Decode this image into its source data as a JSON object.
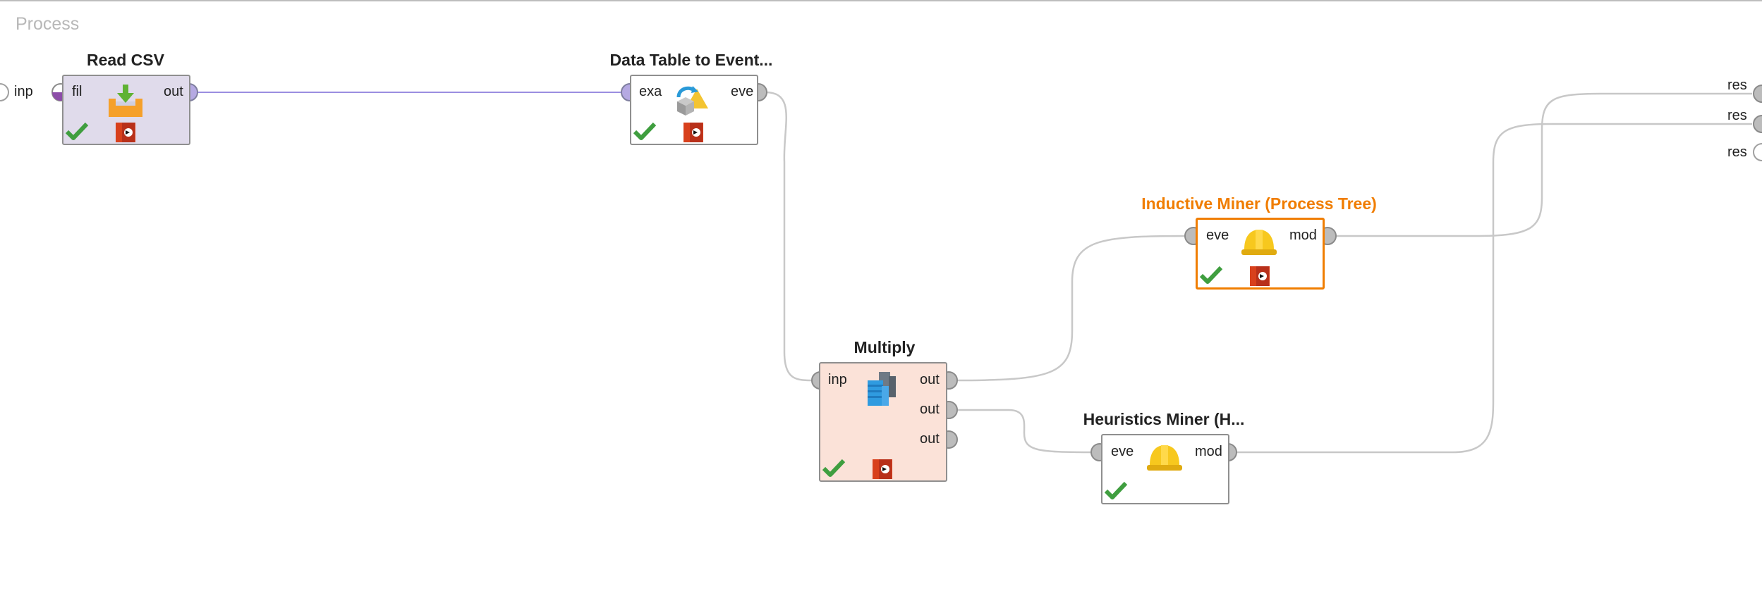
{
  "panel": {
    "title": "Process"
  },
  "process_ports": {
    "input": "inp",
    "results": [
      "res",
      "res",
      "res"
    ]
  },
  "operators": {
    "read_csv": {
      "title": "Read CSV",
      "in_port": "fil",
      "out_port": "out"
    },
    "data_table": {
      "title": "Data Table to Event...",
      "in_port": "exa",
      "out_port": "eve"
    },
    "multiply": {
      "title": "Multiply",
      "in_port": "inp",
      "out_ports": [
        "out",
        "out",
        "out"
      ]
    },
    "inductive": {
      "title": "Inductive Miner (Process Tree)",
      "in_port": "eve",
      "out_port": "mod"
    },
    "heuristics": {
      "title": "Heuristics Miner (H...",
      "in_port": "eve",
      "out_port": "mod"
    }
  },
  "colors": {
    "selected_accent": "#f07d00",
    "data_connection": "#9b8ee0",
    "generic_connection": "#c8c8c8",
    "read_csv_fill": "#e0dbeb",
    "multiply_fill": "#fbe2d8"
  },
  "icons": {
    "status": "checkmark-icon",
    "breakpoint": "breakpoint-icon",
    "read_csv": "import-tray-icon",
    "data_table": "convert-shapes-icon",
    "multiply": "multiply-stack-icon",
    "miner": "hard-hat-icon"
  }
}
